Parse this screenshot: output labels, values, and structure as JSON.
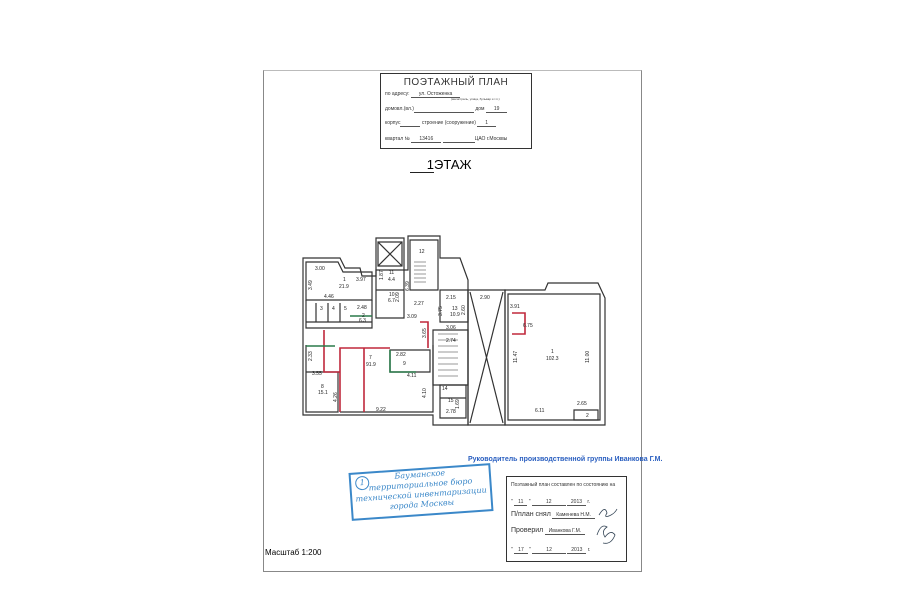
{
  "header": {
    "title": "ПОЭТАЖНЫЙ ПЛАН",
    "address_label": "по адресу:",
    "address": "ул. Остоженка",
    "addr_hint": "(магистраль, улица, бульвар и т.п.)",
    "house_label": "домовл.(вл.)",
    "house_no_label": "дом",
    "house_no": "19",
    "building_label": "корпус",
    "structure_label": "строение (сооружение)",
    "structure": "1",
    "block_label": "квартал №",
    "block": "13416",
    "district": "ЦАО г.Москвы"
  },
  "floor": {
    "number": "1",
    "label": "ЭТАЖ"
  },
  "plan_labels": [
    "3.00",
    "3.49",
    "1",
    "21.9",
    "3.97",
    "4.46",
    "3",
    "4",
    "5",
    "2.48",
    "2",
    "6.3",
    "1.87",
    "11",
    "4.4",
    "10",
    "6.7",
    "2.09",
    "6.39",
    "2.27",
    "3.09",
    "2.15",
    "3.75",
    "13",
    "10.9",
    "2.60",
    "3.06",
    "3.65",
    "2.74",
    "2.82",
    "9",
    "7",
    "91.9",
    "2.33",
    "3.55",
    "4.11",
    "8",
    "15.1",
    "4.26",
    "4.10",
    "14",
    "15",
    "1.69",
    "2.78",
    "9.22",
    "12",
    "2.90",
    "3.91",
    "6.75",
    "11.47",
    "1",
    "102.3",
    "11.00",
    "6.11",
    "2.65",
    "2"
  ],
  "manager": "Руководитель производственной группы Иванкова Г.М.",
  "stamp": {
    "number": "1",
    "lines": [
      "Бауманское",
      "территориальное бюро",
      "технической инвентаризации",
      "города Москвы"
    ]
  },
  "signoff": {
    "state_label": "Поэтажный план составлен по состоянию на",
    "date1_day": "11",
    "date1_month": "12",
    "date1_year": "2013",
    "year_suffix": "г.",
    "drawn_label": "П/план снял",
    "drawn_by": "Каменева Н.М.",
    "checked_label": "Проверил",
    "checked_by": "Иванкова Г.М.",
    "date2_day": "17",
    "date2_month": "12",
    "date2_year": "2013"
  },
  "scale": "Масштаб 1:200"
}
